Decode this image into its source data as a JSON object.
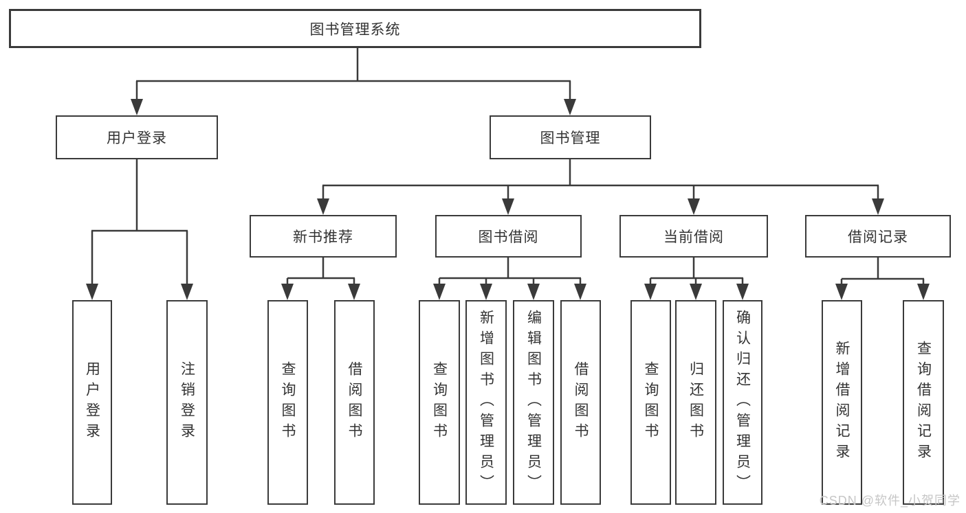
{
  "tree": {
    "root_label": "图书管理系统",
    "user_login": {
      "label": "用户登录",
      "children": [
        {
          "label": "用户登录"
        },
        {
          "label": "注销登录"
        }
      ]
    },
    "book_management": {
      "label": "图书管理",
      "sections": [
        {
          "label": "新书推荐",
          "children": [
            {
              "label": "查询图书"
            },
            {
              "label": "借阅图书"
            }
          ]
        },
        {
          "label": "图书借阅",
          "children": [
            {
              "label": "查询图书"
            },
            {
              "label": "新增图书（管理员）"
            },
            {
              "label": "编辑图书（管理员）"
            },
            {
              "label": "借阅图书"
            }
          ]
        },
        {
          "label": "当前借阅",
          "children": [
            {
              "label": "查询图书"
            },
            {
              "label": "归还图书"
            },
            {
              "label": "确认归还（管理员）"
            }
          ]
        },
        {
          "label": "借阅记录",
          "children": [
            {
              "label": "新增借阅记录"
            },
            {
              "label": "查询借阅记录"
            }
          ]
        }
      ]
    }
  },
  "watermark": {
    "text": "CSDN @软件_小贺同学"
  },
  "colors": {
    "line": "#3a3a3a",
    "box_border": "#3a3a3a",
    "text": "#333333",
    "background": "#ffffff",
    "watermark": "#c6c6c6"
  }
}
